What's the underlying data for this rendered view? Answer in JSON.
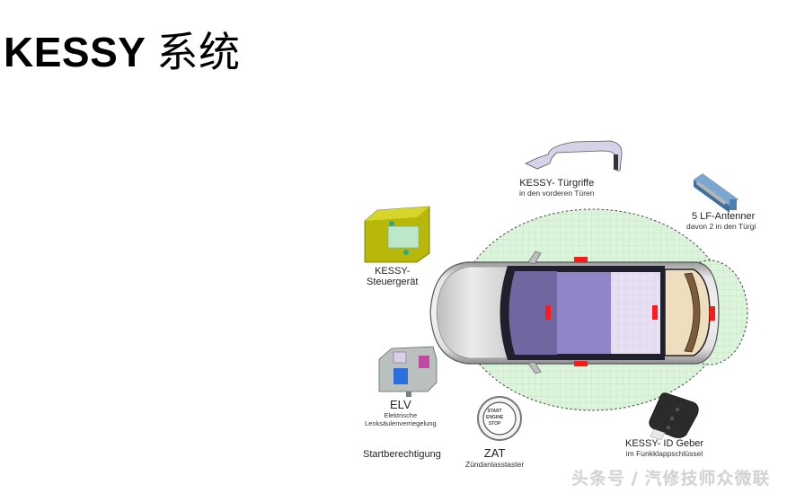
{
  "slide": {
    "title_latin": "KESSY",
    "title_cn": "系统"
  },
  "components": {
    "door_handles": {
      "main": "KESSY- Türgriffe",
      "sub": "in den vorderen Türen",
      "icon": "door-handle-icon"
    },
    "lf_antennas": {
      "main": "5 LF-Antenner",
      "sub": "davon 2 in den Türgi",
      "icon": "antenna-module-icon"
    },
    "control_unit": {
      "main": "KESSY-",
      "sub": "Steuergerät",
      "icon": "control-unit-icon"
    },
    "elv": {
      "main": "ELV",
      "sub1": "Elektrische",
      "sub2": "Lenksäulenverriegelung",
      "icon": "steering-lock-icon"
    },
    "start_auth": {
      "main": "Startberechtigung"
    },
    "zat": {
      "main": "ZAT",
      "sub": "Zündanlasstaster",
      "button_lines": [
        "START",
        "ENGINE",
        "STOP"
      ],
      "icon": "start-stop-button-icon"
    },
    "id_key": {
      "main": "KESSY- ID Geber",
      "sub": "im Funkklappschlüssel",
      "icon": "flip-key-icon"
    }
  },
  "colors": {
    "zone_fill": "#d9f2d9",
    "zone_grid": "#b8deb8",
    "antenna_marker": "#ff1a1a",
    "car_glass": "#8f86c8",
    "car_body": "#d8d8d8"
  },
  "watermark": "头条号 / 汽修技师众微联"
}
